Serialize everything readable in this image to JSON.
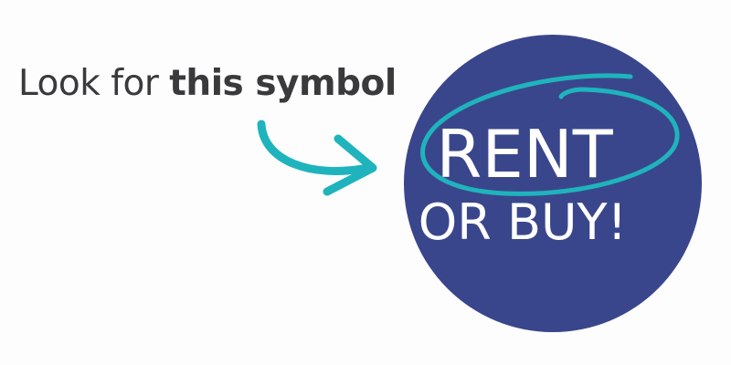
{
  "headline": {
    "prefix": "Look for",
    "emphasis": "this symbol"
  },
  "badge": {
    "line1": "RENT",
    "line2": "OR BUY!",
    "circle_color": "#3a468b",
    "accent_color": "#1fb4bd",
    "text_color": "#ffffff"
  },
  "arrow_icon": "curved-arrow-right-icon"
}
